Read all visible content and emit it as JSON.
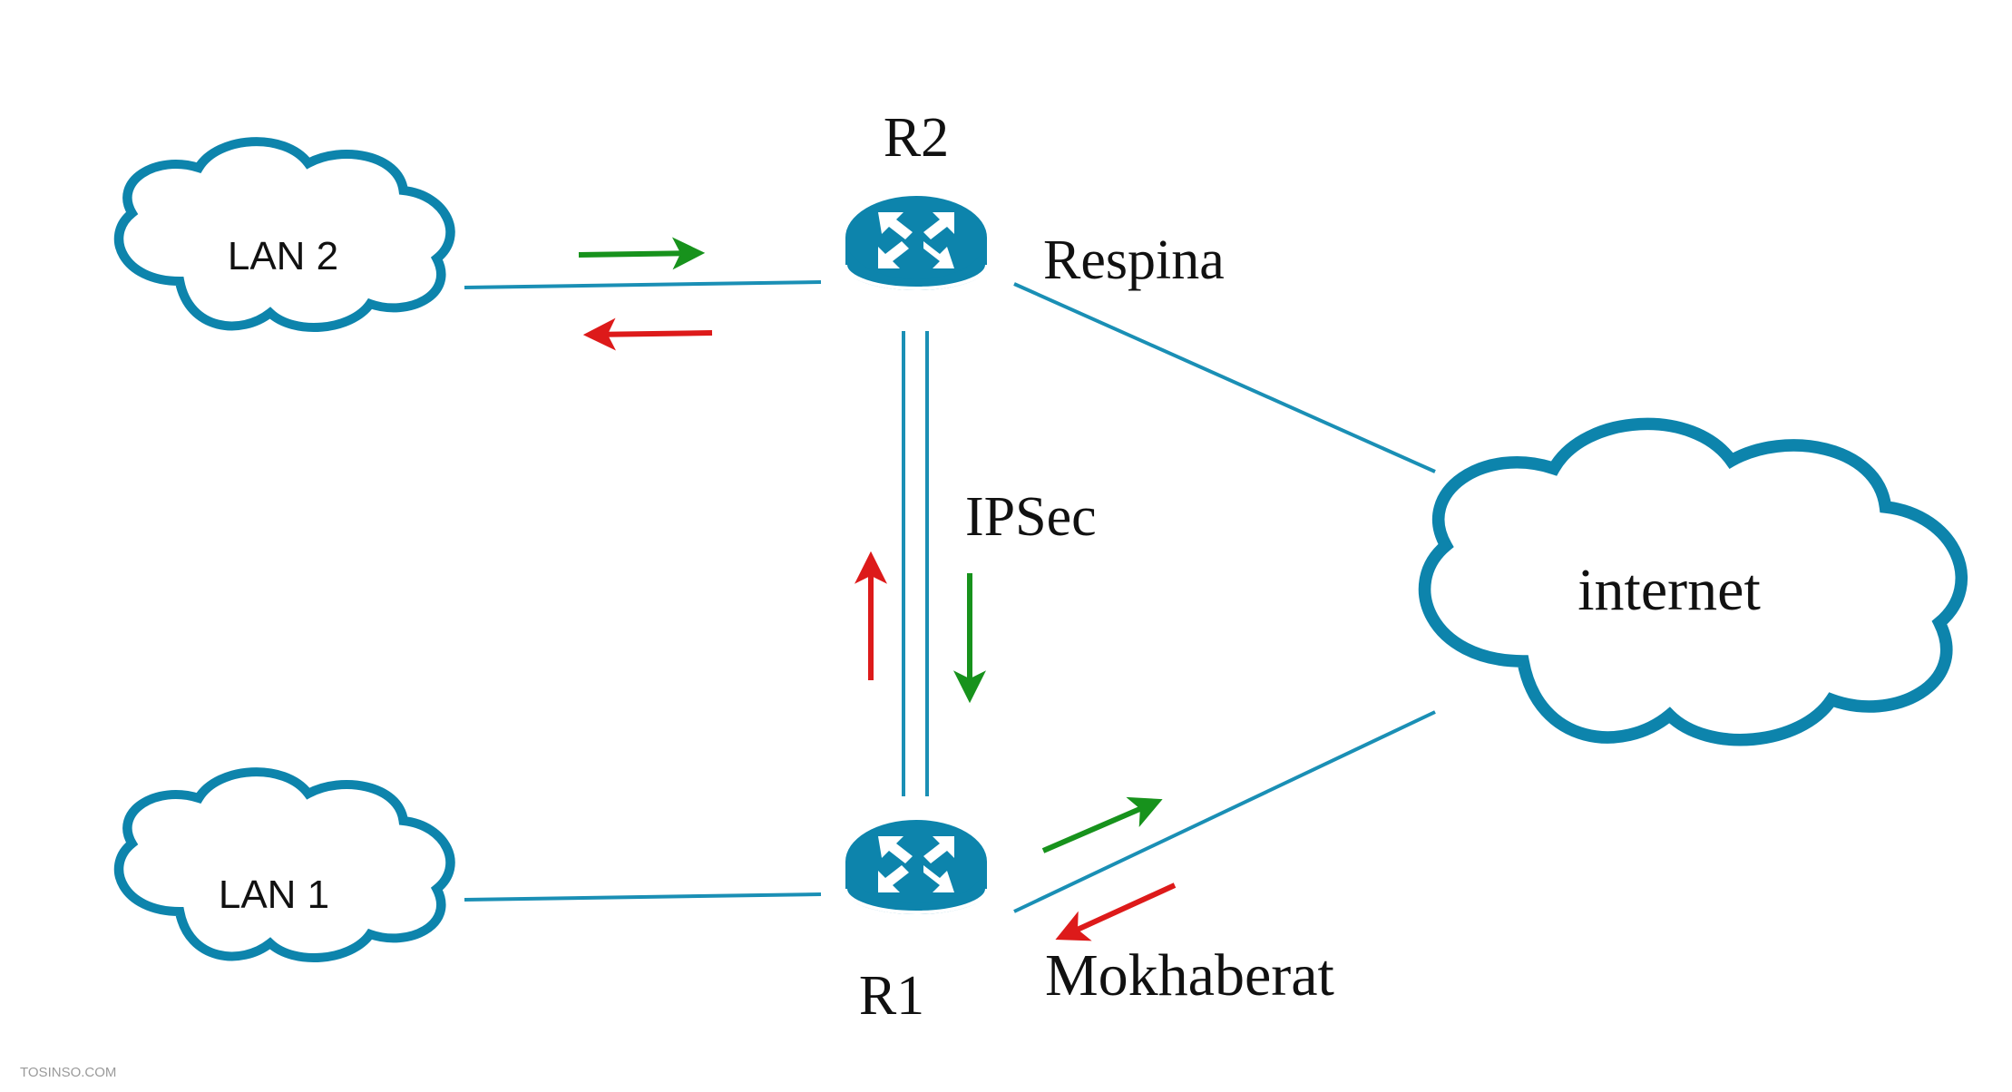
{
  "routers": {
    "r2": {
      "name": "R2",
      "isp": "Respina"
    },
    "r1": {
      "name": "R1",
      "isp": "Mokhaberat"
    }
  },
  "clouds": {
    "lan2": "LAN 2",
    "lan1": "LAN 1",
    "internet": "internet"
  },
  "tunnel_label": "IPSec",
  "watermark": "TOSINSO.COM",
  "colors": {
    "device": "#0d84ac",
    "link": "#1a8fb5",
    "outbound_arrow": "#17921c",
    "return_arrow": "#dd1a1a"
  }
}
